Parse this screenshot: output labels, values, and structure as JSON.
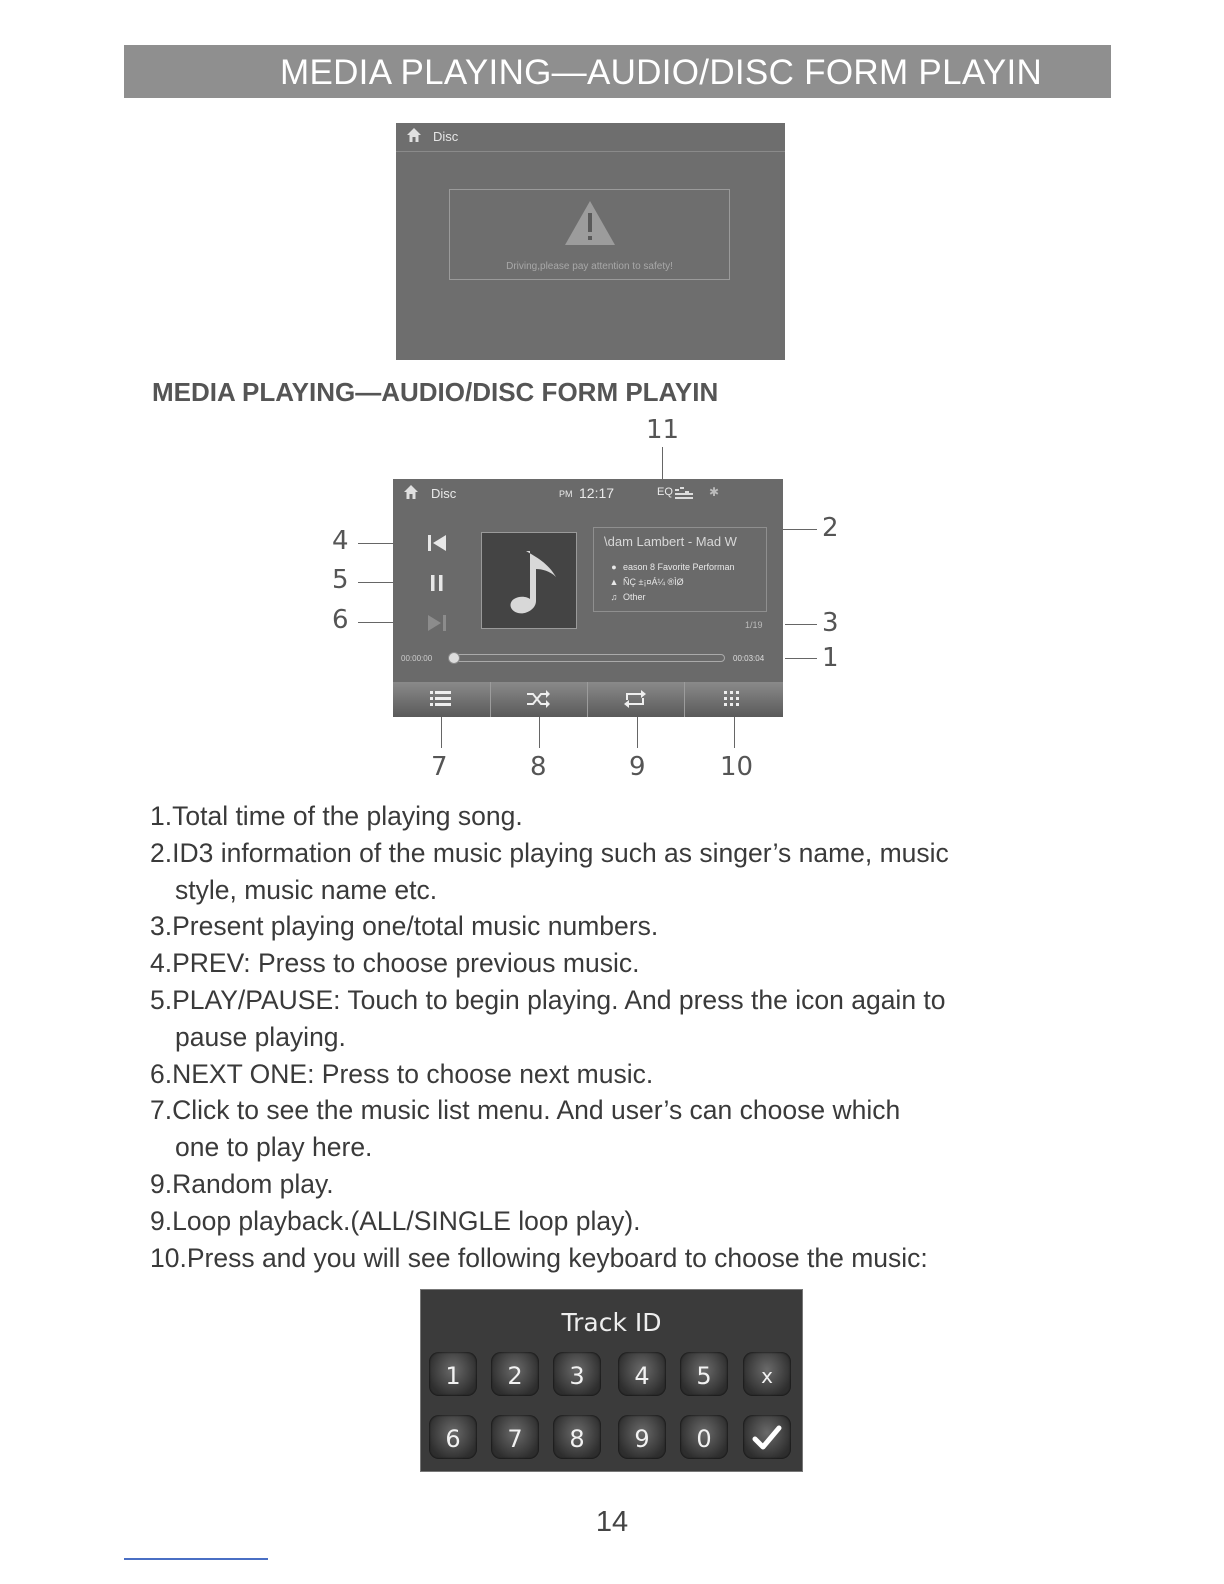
{
  "banner": "MEDIA PLAYING—AUDIO/DISC FORM PLAYIN",
  "screen1": {
    "header_title": "Disc",
    "warning_text": "Driving,please pay attention to safety!"
  },
  "heading": "MEDIA PLAYING—AUDIO/DISC FORM PLAYIN",
  "player": {
    "header_title": "Disc",
    "ampm": "PM",
    "clock": "12:17",
    "eq_label": "EQ",
    "song_title": "\\dam Lambert - Mad W",
    "album": "eason 8 Favorite Performan",
    "artist": "ÑÇ ±¡¤Á¼ ®ÌØ",
    "genre": "Other",
    "track": "1/19",
    "elapsed": "00:00:00",
    "total": "00:03:04",
    "progress_fraction": 0.02
  },
  "callouts": {
    "c1": "1",
    "c2": "2",
    "c3": "3",
    "c4": "4",
    "c5": "5",
    "c6": "6",
    "c7": "7",
    "c8": "8",
    "c9": "9",
    "c10": "10",
    "c11": "11"
  },
  "list": [
    "1.Total time of the playing song.",
    "2.ID3 information of the music playing such as singer’s name, music",
    "style, music name etc.",
    "3.Present playing one/total music numbers.",
    "4.PREV: Press to choose previous music.",
    "5.PLAY/PAUSE: Touch to begin playing. And press the icon again to",
    "pause playing.",
    "6.NEXT ONE: Press to choose next music.",
    "7.Click to see the music list menu. And user’s can choose which",
    "one to play here.",
    "9.Random play.",
    "9.Loop playback.(ALL/SINGLE loop play).",
    "10.Press and you will see following keyboard to choose the music:"
  ],
  "keypad": {
    "title": "Track ID",
    "row1": [
      "1",
      "2",
      "3",
      "4",
      "5",
      "x"
    ],
    "row2": [
      "6",
      "7",
      "8",
      "9",
      "0"
    ]
  },
  "page_number": "14",
  "icons": {
    "home": "home-icon",
    "warning": "warning-triangle-icon",
    "prev": "skip-previous-icon",
    "pause": "pause-icon",
    "next": "skip-next-icon",
    "list": "playlist-icon",
    "shuffle": "shuffle-icon",
    "repeat": "repeat-icon",
    "keypad": "keypad-grid-icon",
    "enter": "checkmark-icon",
    "bluetooth": "bluetooth-icon"
  }
}
